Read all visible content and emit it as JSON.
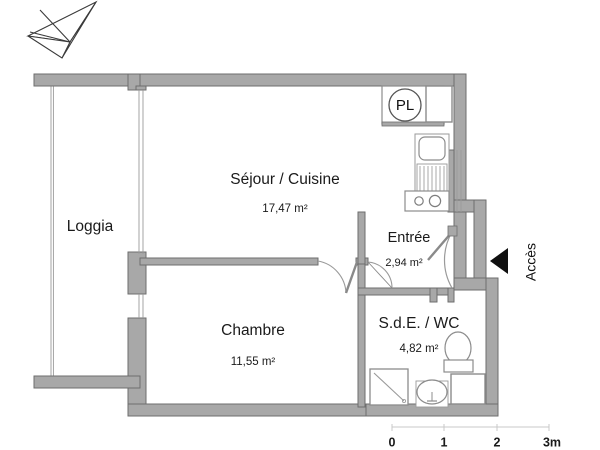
{
  "document": {
    "type": "floor-plan",
    "title": "Plan d'appartement"
  },
  "logo": {
    "name": "paper-plane-icon"
  },
  "rooms": [
    {
      "id": "loggia",
      "label": "Loggia",
      "area": ""
    },
    {
      "id": "sejour-cuisine",
      "label": "Séjour / Cuisine",
      "area": "17,47 m²"
    },
    {
      "id": "chambre",
      "label": "Chambre",
      "area": "11,55 m²"
    },
    {
      "id": "entree",
      "label": "Entrée",
      "area": "2,94 m²"
    },
    {
      "id": "sde-wc",
      "label": "S.d.E. / WC",
      "area": "4,82 m²"
    }
  ],
  "closet": {
    "label": "PL"
  },
  "access": {
    "label": "Accès",
    "marker": "triangle-left-arrow"
  },
  "scale": {
    "ticks": [
      "0",
      "1",
      "2",
      "3m"
    ],
    "unit": "m"
  },
  "fixtures": [
    {
      "name": "kitchen-sink",
      "room": "sejour-cuisine"
    },
    {
      "name": "cooktop",
      "room": "sejour-cuisine"
    },
    {
      "name": "shower",
      "room": "sde-wc"
    },
    {
      "name": "washbasin",
      "room": "sde-wc"
    },
    {
      "name": "toilet",
      "room": "sde-wc"
    },
    {
      "name": "cabinet",
      "room": "sde-wc"
    },
    {
      "name": "window",
      "room": "sejour-cuisine"
    }
  ],
  "colors": {
    "wall_fill": "#a8a8a8",
    "wall_stroke": "#6e6e6e",
    "background": "#ffffff",
    "text": "#1a1a1a",
    "fixture_stroke": "#8c8c8c"
  }
}
